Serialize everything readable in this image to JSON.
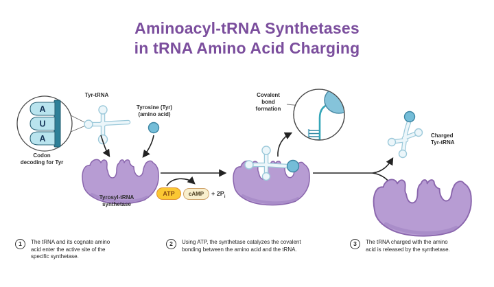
{
  "title": {
    "line1": "Aminoacyl-tRNA Synthetases",
    "line2": "in tRNA Amino Acid Charging"
  },
  "labels": {
    "tyr_trna": "Tyr-tRNA",
    "tyrosine": "Tyrosine (Tyr)\n(amino acid)",
    "codon": "Codon\ndecoding for Tyr",
    "synthetase1": "Tyrosyl-tRNA\nsynthetase",
    "covalent": "Covalent\nbond\nformation",
    "charged": "Charged\nTyr-tRNA"
  },
  "codon_circle": {
    "letters": [
      "A",
      "U",
      "A"
    ]
  },
  "molecules": {
    "atp": "ATP",
    "camp": "cAMP",
    "phosphate_prefix": "+ 2P",
    "phosphate_sub": "i"
  },
  "steps": [
    {
      "number": "1",
      "text": "The tRNA and its cognate amino\nacid enter the active site of the\nspecific synthetase."
    },
    {
      "number": "2",
      "text": "Using ATP, the synthetase catalyzes the covalent\nbonding between the amino acid and the tRNA."
    },
    {
      "number": "3",
      "text": "The tRNA charged with the amino\nacid is released by the synthetase."
    }
  ],
  "colors": {
    "title_purple": "#7b4e9d",
    "synthetase_purple": "#b79cd3",
    "synthetase_outline": "#8a66ad",
    "teal_bar": "#2e8098",
    "codon_block_blue": "#b9e4ee",
    "trna_light_blue": "#ecf6fa",
    "amino_acid_blue": "#74bdd8",
    "atp_yellow": "#fbc833",
    "camp_cream": "#f9efcd",
    "arrow_black": "#222222"
  }
}
